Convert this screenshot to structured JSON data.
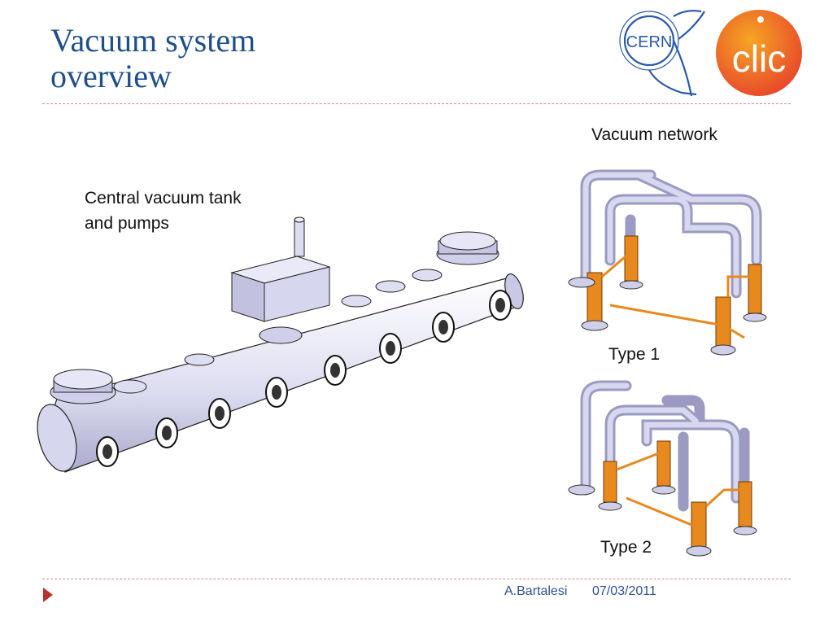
{
  "slide": {
    "title_line1": "Vacuum system",
    "title_line2": "overview"
  },
  "logos": {
    "cern_text": "CERN",
    "clic_text": "clic"
  },
  "labels": {
    "tank_line1": "Central vacuum tank",
    "tank_line2": "and pumps",
    "network": "Vacuum network",
    "type1": "Type 1",
    "type2": "Type 2"
  },
  "footer": {
    "author": "A.Bartalesi",
    "date": "07/03/2011"
  },
  "colors": {
    "title": "#1f4e8c",
    "rule": "#d88a8a",
    "pipe": "#c9c9e6",
    "pump_orange": "#e8891e",
    "clic_red": "#e8452b",
    "footer_arrow": "#b8322d"
  },
  "icons": [
    "cern-logo",
    "clic-logo",
    "footer-arrow-icon"
  ]
}
